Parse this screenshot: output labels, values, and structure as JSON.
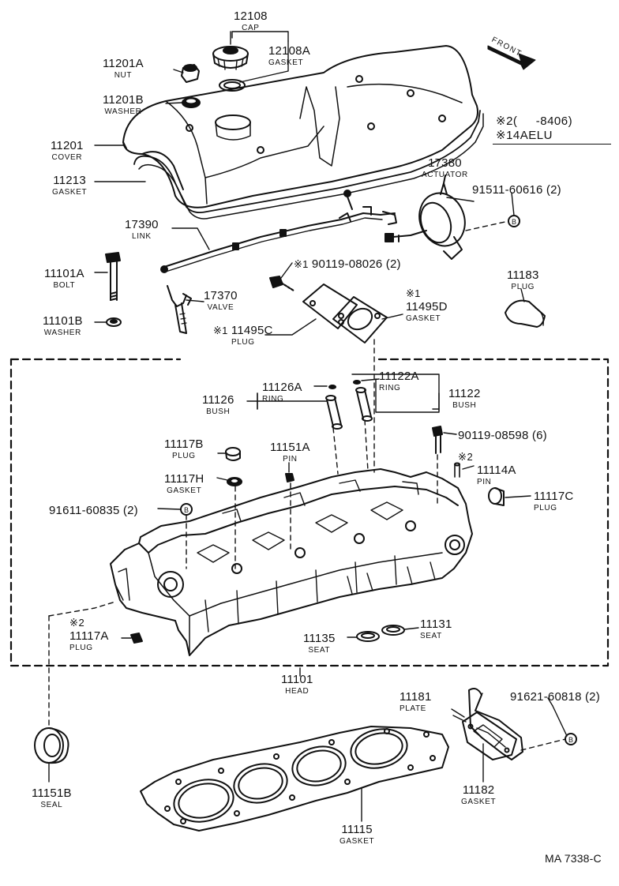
{
  "parts": {
    "p12108": {
      "num": "12108",
      "name": "CAP"
    },
    "p12108A": {
      "num": "12108A",
      "name": "GASKET"
    },
    "p11201A": {
      "num": "11201A",
      "name": "NUT"
    },
    "p11201B": {
      "num": "11201B",
      "name": "WASHER"
    },
    "p11201": {
      "num": "11201",
      "name": "COVER"
    },
    "p11213": {
      "num": "11213",
      "name": "GASKET"
    },
    "p17390": {
      "num": "17390",
      "name": "LINK"
    },
    "p17380": {
      "num": "17380",
      "name": "ACTUATOR"
    },
    "p91511": {
      "num": "91511-60616 (2)"
    },
    "p11183": {
      "num": "11183",
      "name": "PLUG"
    },
    "p11101A": {
      "num": "11101A",
      "name": "BOLT"
    },
    "p11101B": {
      "num": "11101B",
      "name": "WASHER"
    },
    "p17370": {
      "num": "17370",
      "name": "VALVE"
    },
    "p90119a": {
      "mark": "※1",
      "num": "90119-08026 (2)"
    },
    "p11495C": {
      "mark": "※1",
      "num": "11495C",
      "name": "PLUG"
    },
    "p11495D": {
      "mark": "※1",
      "num": "11495D",
      "name": "GASKET"
    },
    "p11126": {
      "num": "11126",
      "name": "BUSH"
    },
    "p11126A": {
      "num": "11126A",
      "name": "RING"
    },
    "p11122A": {
      "num": "11122A",
      "name": "RING"
    },
    "p11122": {
      "num": "11122",
      "name": "BUSH"
    },
    "p11117B": {
      "num": "11117B",
      "name": "PLUG"
    },
    "p11151A": {
      "num": "11151A",
      "name": "PIN"
    },
    "p90119b": {
      "num": "90119-08598 (6)"
    },
    "p11114A": {
      "mark": "※2",
      "num": "11114A",
      "name": "PIN"
    },
    "p11117H": {
      "num": "11117H",
      "name": "GASKET"
    },
    "p11117C": {
      "num": "11117C",
      "name": "PLUG"
    },
    "p91611": {
      "num": "91611-60835 (2)"
    },
    "p11117A": {
      "mark": "※2",
      "num": "11117A",
      "name": "PLUG"
    },
    "p11131": {
      "num": "11131",
      "name": "SEAT"
    },
    "p11135": {
      "num": "11135",
      "name": "SEAT"
    },
    "p11101": {
      "num": "11101",
      "name": "HEAD"
    },
    "p11181": {
      "num": "11181",
      "name": "PLATE"
    },
    "p91621": {
      "num": "91621-60818 (2)"
    },
    "p11151B": {
      "num": "11151B",
      "name": "SEAL"
    },
    "p11182": {
      "num": "11182",
      "name": "GASKET"
    },
    "p11115": {
      "num": "11115",
      "name": "GASKET"
    }
  },
  "legend": {
    "line1": "※2(     -8406)",
    "line2": "※14AELU"
  },
  "front_label": "FRONT",
  "ref_mark": "B",
  "drawing_code": "MA 7338-C"
}
